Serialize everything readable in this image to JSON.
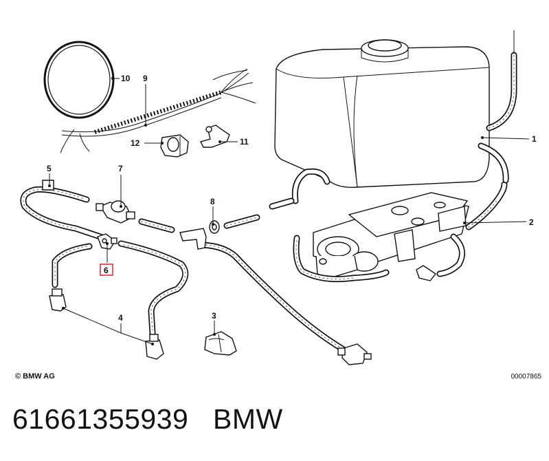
{
  "callouts": [
    {
      "id": "1",
      "label": "1"
    },
    {
      "id": "2",
      "label": "2"
    },
    {
      "id": "3",
      "label": "3"
    },
    {
      "id": "4",
      "label": "4"
    },
    {
      "id": "5",
      "label": "5"
    },
    {
      "id": "6",
      "label": "6",
      "highlighted": true
    },
    {
      "id": "7",
      "label": "7"
    },
    {
      "id": "8",
      "label": "8"
    },
    {
      "id": "9",
      "label": "9"
    },
    {
      "id": "10",
      "label": "10"
    },
    {
      "id": "11",
      "label": "11"
    },
    {
      "id": "12",
      "label": "12"
    }
  ],
  "copyright": "© BMW AG",
  "diagram_number": "00007865",
  "caption": {
    "part_number": "61661355939",
    "brand": "BMW"
  },
  "colors": {
    "highlight": "#d9303b",
    "ink": "#111111",
    "background": "#ffffff"
  }
}
